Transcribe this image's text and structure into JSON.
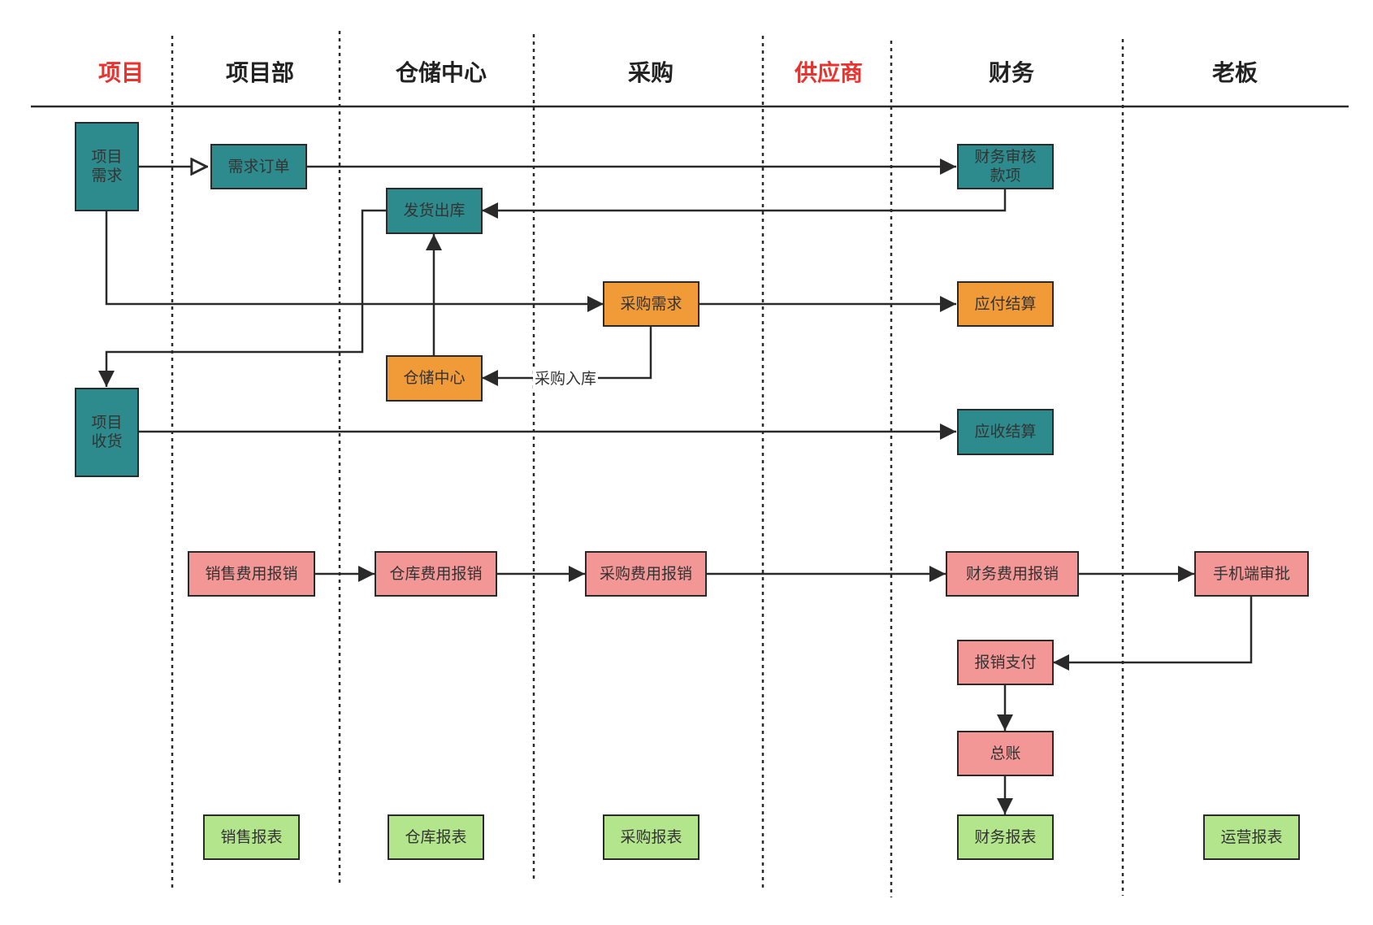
{
  "lanes": [
    {
      "id": "project",
      "label": "项目",
      "highlight": true
    },
    {
      "id": "project_dept",
      "label": "项目部",
      "highlight": false
    },
    {
      "id": "warehouse",
      "label": "仓储中心",
      "highlight": false
    },
    {
      "id": "purchase",
      "label": "采购",
      "highlight": false
    },
    {
      "id": "supplier",
      "label": "供应商",
      "highlight": true
    },
    {
      "id": "finance",
      "label": "财务",
      "highlight": false
    },
    {
      "id": "boss",
      "label": "老板",
      "highlight": false
    }
  ],
  "nodes": {
    "project_demand": "项目\n需求",
    "demand_order": "需求订单",
    "finance_review": "财务审核\n款项",
    "ship_out": "发货出库",
    "purchase_demand": "采购需求",
    "payable_settlement": "应付结算",
    "warehouse_center": "仓储中心",
    "project_receipt": "项目\n收货",
    "receivable_settlement": "应收结算",
    "sales_expense": "销售费用报销",
    "warehouse_expense": "仓库费用报销",
    "purchase_expense": "采购费用报销",
    "finance_expense": "财务费用报销",
    "mobile_approval": "手机端审批",
    "reimburse_payment": "报销支付",
    "general_ledger": "总账",
    "sales_report": "销售报表",
    "warehouse_report": "仓库报表",
    "purchase_report": "采购报表",
    "finance_report": "财务报表",
    "operations_report": "运营报表"
  },
  "edge_labels": {
    "purchase_inbound": "采购入库"
  },
  "colors": {
    "teal": "#2e8b8d",
    "orange": "#f19a38",
    "pink": "#f29696",
    "green": "#b3e68c",
    "highlight_text": "#e8332f",
    "line": "#2a2a2a"
  }
}
